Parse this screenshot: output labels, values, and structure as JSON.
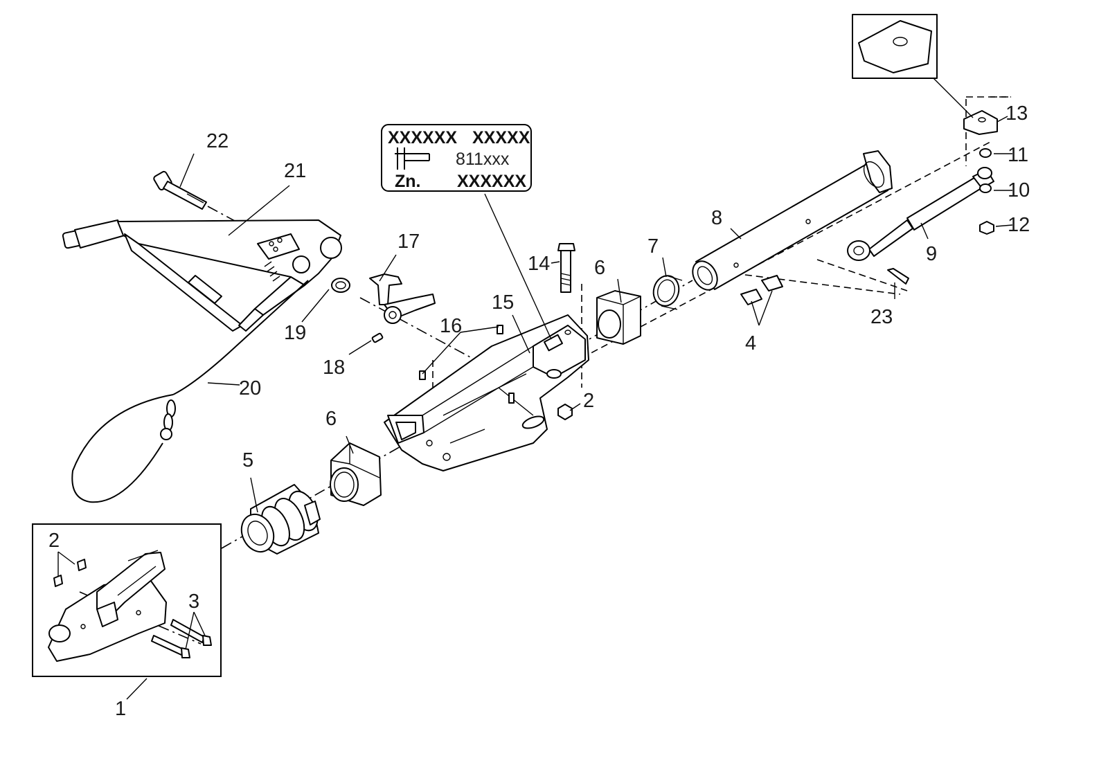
{
  "nameplate": {
    "line1_left": "XXXXXX",
    "line1_right": "XXXXX",
    "line2_code": "811xxx",
    "line3_label": "Zn.",
    "line3_value": "XXXXXX"
  },
  "callouts": {
    "c1": "1",
    "c2a": "2",
    "c2b": "2",
    "c3": "3",
    "c4": "4",
    "c5": "5",
    "c6a": "6",
    "c6b": "6",
    "c7": "7",
    "c8": "8",
    "c9": "9",
    "c10": "10",
    "c11": "11",
    "c12": "12",
    "c13": "13",
    "c14": "14",
    "c15": "15",
    "c16": "16",
    "c17": "17",
    "c18": "18",
    "c19": "19",
    "c20": "20",
    "c21": "21",
    "c22": "22",
    "c23": "23"
  }
}
